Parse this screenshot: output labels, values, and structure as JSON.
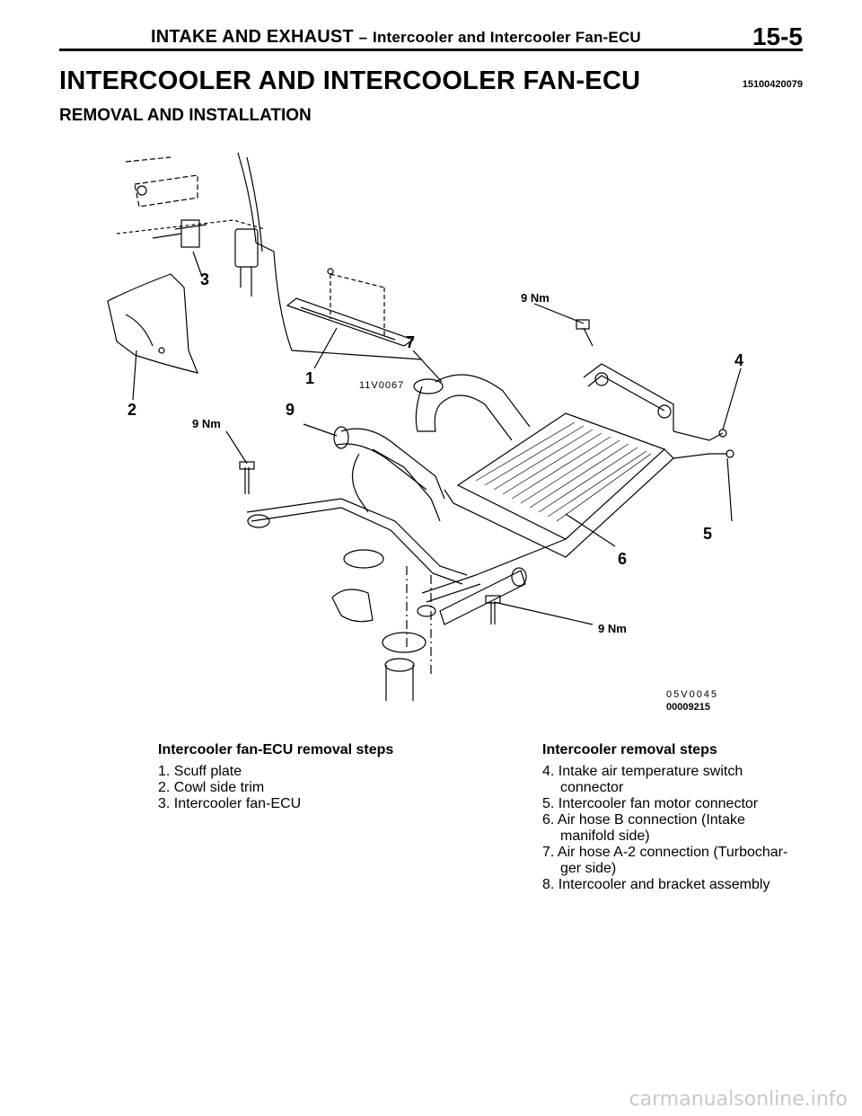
{
  "header": {
    "section": "INTAKE AND EXHAUST",
    "dash": "–",
    "subsection": "Intercooler and Intercooler Fan-ECU",
    "page_number": "15-5"
  },
  "title": "INTERCOOLER AND INTERCOOLER FAN-ECU",
  "doc_code": "15100420079",
  "subtitle": "REMOVAL AND INSTALLATION",
  "figure": {
    "callouts": [
      "1",
      "2",
      "3",
      "4",
      "5",
      "6",
      "7",
      "9"
    ],
    "torque_label": "9 Nm",
    "ref_code_top": "11V0067",
    "ref_code_1": "05V0045",
    "ref_code_2": "00009215"
  },
  "fan_ecu_steps": {
    "heading": "Intercooler fan-ECU removal steps",
    "items": [
      "1. Scuff plate",
      "2. Cowl side trim",
      "3. Intercooler fan-ECU"
    ]
  },
  "intercooler_steps": {
    "heading": "Intercooler removal steps",
    "items": [
      {
        "line1": "4. Intake air temperature switch",
        "line2": "connector"
      },
      {
        "line1": "5. Intercooler fan motor connector",
        "line2": ""
      },
      {
        "line1": "6. Air hose B connection (Intake",
        "line2": "manifold side)"
      },
      {
        "line1": "7. Air hose A-2 connection (Turbochar-",
        "line2": "ger side)"
      },
      {
        "line1": "8. Intercooler and bracket assembly",
        "line2": ""
      }
    ]
  },
  "footer": "carmanualsonline.info"
}
